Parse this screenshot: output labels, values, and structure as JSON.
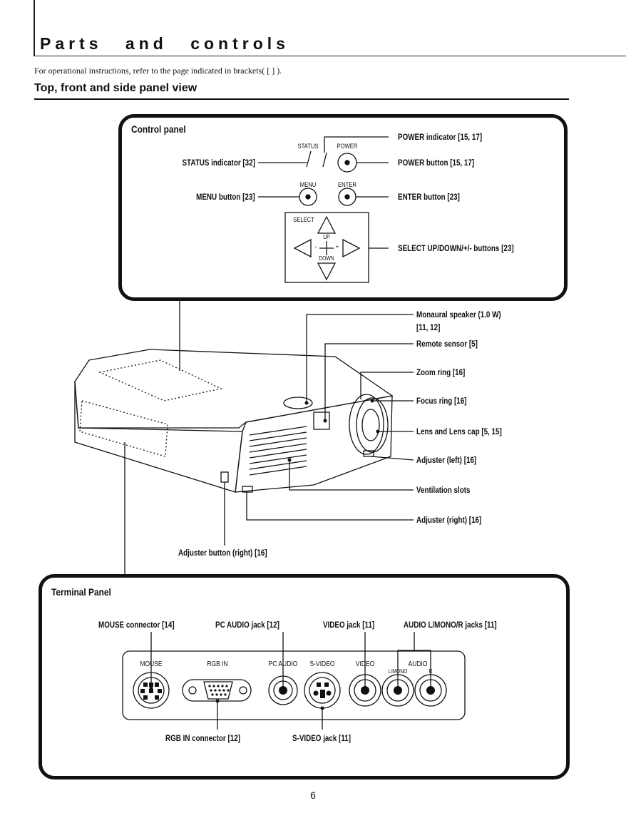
{
  "header": {
    "title": "Parts and controls",
    "note": "For operational instructions, refer to the page indicated in brackets( [ ] ).",
    "section": "Top, front and side panel view"
  },
  "control_panel": {
    "title": "Control panel",
    "printed": {
      "status": "STATUS",
      "power": "POWER",
      "menu": "MENU",
      "enter": "ENTER",
      "select": "SELECT",
      "up": "UP",
      "down": "DOWN",
      "minus": "-",
      "plus": "+"
    },
    "labels": {
      "power_indicator": "POWER indicator [15, 17]",
      "status_indicator": "STATUS indicator [32]",
      "power_button": "POWER button [15, 17]",
      "menu_button": "MENU button [23]",
      "enter_button": "ENTER button [23]",
      "select_buttons": "SELECT UP/DOWN/+/- buttons [23]"
    }
  },
  "projector": {
    "labels": {
      "speaker": "Monaural speaker (1.0 W)",
      "speaker_pages": "[11, 12]",
      "remote_sensor": "Remote sensor [5]",
      "zoom_ring": "Zoom ring [16]",
      "focus_ring": "Focus ring [16]",
      "lens": "Lens and Lens cap [5, 15]",
      "adjuster_left": "Adjuster (left) [16]",
      "ventilation": "Ventilation slots",
      "adjuster_right": "Adjuster (right) [16]",
      "adjuster_button": "Adjuster button (right) [16]"
    }
  },
  "terminal_panel": {
    "title": "Terminal Panel",
    "labels": {
      "mouse": "MOUSE connector [14]",
      "pc_audio": "PC AUDIO jack [12]",
      "video": "VIDEO jack [11]",
      "audio": "AUDIO L/MONO/R jacks [11]",
      "rgb_in": "RGB IN connector [12]",
      "s_video": "S-VIDEO jack [11]"
    },
    "printed": {
      "mouse": "MOUSE",
      "rgb_in": "RGB IN",
      "pc_audio": "PC AUDIO",
      "s_video": "S-VIDEO",
      "video": "VIDEO",
      "audio": "AUDIO",
      "l_mono": "L/MONO",
      "r": "R"
    }
  },
  "page_number": "6"
}
